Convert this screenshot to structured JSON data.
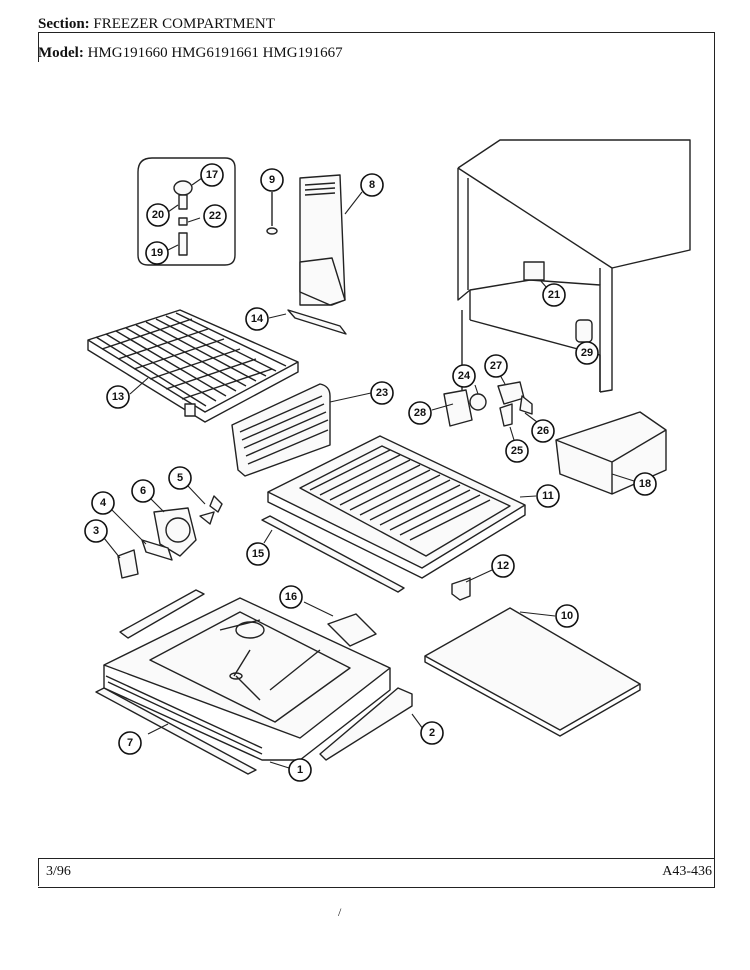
{
  "header": {
    "section_label": "Section:",
    "section_value": "FREEZER COMPARTMENT",
    "model_label": "Model:",
    "model_value": "HMG191660 HMG6191661 HMG191667"
  },
  "footer": {
    "date": "3/96",
    "code": "A43-436"
  },
  "callouts": [
    "1",
    "2",
    "3",
    "4",
    "5",
    "6",
    "7",
    "8",
    "9",
    "10",
    "11",
    "12",
    "13",
    "14",
    "15",
    "16",
    "17",
    "18",
    "19",
    "20",
    "21",
    "22",
    "23",
    "24",
    "25",
    "26",
    "27",
    "28",
    "29"
  ],
  "stray_mark": "/"
}
